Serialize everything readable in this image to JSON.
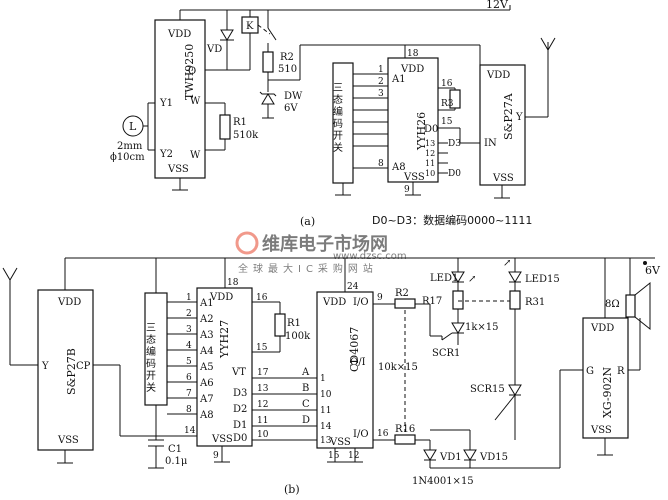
{
  "diagram_a": {
    "label": "(a)",
    "supply": "12V",
    "encoding_note": "D0~D3：数据编码0000~1111",
    "twh9250": {
      "name": "TWH9250",
      "vdd": "VDD",
      "vss": "VSS",
      "pins": {
        "o": "O",
        "y1": "Y1",
        "y2": "Y2",
        "w1": "W",
        "w2": "W"
      }
    },
    "relay": "K",
    "vd": "VD",
    "r2": {
      "name": "R2",
      "value": "510"
    },
    "r1": {
      "name": "R1",
      "value": "510k"
    },
    "dw": {
      "name": "DW",
      "value": "6V"
    },
    "coil": {
      "label": "L",
      "size1": "2mm",
      "size2": "ϕ10cm"
    },
    "switch": "三态编码开关",
    "yyh26": {
      "name": "YYH26",
      "vdd": "VDD",
      "vss": "VSS",
      "a1": "A1",
      "a8": "A8",
      "d0": "D0",
      "d3": "D3",
      "in_pins": [
        "1",
        "2",
        "3",
        "8"
      ],
      "p18": "18",
      "p16": "16",
      "p15": "15",
      "p9": "9",
      "out_pins": [
        "13",
        "12",
        "11",
        "10"
      ]
    },
    "r3": "R3",
    "sp27a": {
      "name": "S&P27A",
      "vdd": "VDD",
      "vss": "VSS",
      "in": "IN",
      "y": "Y"
    }
  },
  "diagram_b": {
    "label": "(b)",
    "supply": "6V",
    "sp27b": {
      "name": "S&P27B",
      "vdd": "VDD",
      "vss": "VSS",
      "y": "Y",
      "cp": "CP"
    },
    "switch": "三态编码开关",
    "yyh27": {
      "name": "YYH27",
      "vdd": "VDD",
      "vss": "VSS",
      "vt": "VT",
      "a_labels": [
        "A1",
        "A2",
        "A3",
        "A4",
        "A5",
        "A6",
        "A7",
        "A8"
      ],
      "d_labels": [
        "D3",
        "D2",
        "D1",
        "D0"
      ],
      "a_pins": [
        "1",
        "2",
        "3",
        "4",
        "5",
        "6",
        "7",
        "8"
      ],
      "p18": "18",
      "p16": "16",
      "p15": "15",
      "p17": "17",
      "p9": "9",
      "p14": "14",
      "d_pins": [
        "13",
        "12",
        "11",
        "10"
      ]
    },
    "r1": {
      "name": "R1",
      "value": "100k"
    },
    "c1": {
      "name": "C1",
      "value": "0.1μ"
    },
    "cd4067": {
      "name": "CD4067",
      "vdd": "VDD",
      "vss": "VSS",
      "io_top": "I/O",
      "io_bot": "I/O",
      "oi": "O/I",
      "abcd": [
        "A",
        "B",
        "C",
        "D"
      ],
      "in_pins": [
        "1",
        "10",
        "11",
        "14",
        "13"
      ],
      "p24": "24",
      "p9": "9",
      "p16": "16",
      "p15": "15",
      "p12": "12"
    },
    "r2": "R2",
    "r16": "R16",
    "r_array": "10k×15",
    "led1": "LED1",
    "led15": "LED15",
    "r17": "R17",
    "r31": "R31",
    "res_1k": "1k×15",
    "scr1": "SCR1",
    "scr15": "SCR15",
    "vd1": "VD1",
    "vd15": "VD15",
    "diodes": "1N4001×15",
    "xg902n": {
      "name": "XG-902N",
      "vdd": "VDD",
      "vss": "VSS",
      "g": "G",
      "r": "R"
    },
    "speaker": "8Ω"
  },
  "watermark": {
    "brand": "维库电子市场网",
    "url": "www.dzsc.com",
    "slogan": "全球最大IC采购网站"
  }
}
